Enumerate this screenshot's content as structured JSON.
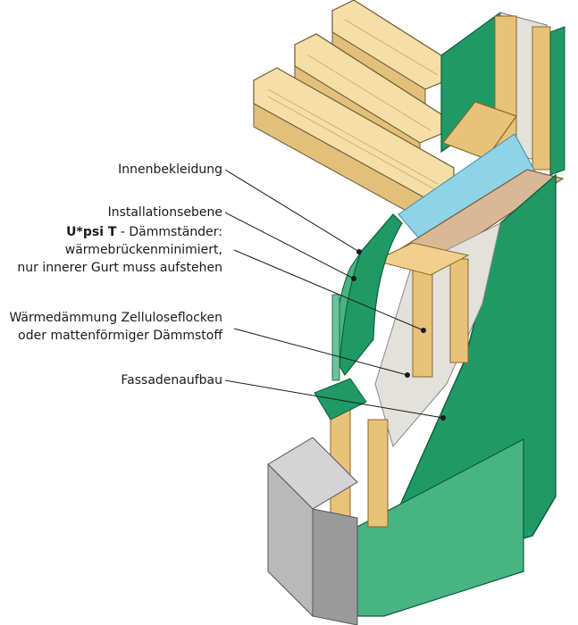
{
  "labels": {
    "innenbekleidung": "Innenbekleidung",
    "installationsebene": "Installationsebene",
    "upsi_bold": "U*psi T",
    "upsi_rest": " - Dämmständer:",
    "upsi_line2": "wärmebrückenminimiert,",
    "upsi_line3": "nur innerer Gurt muss aufstehen",
    "daemmung_line1": "Wärmedämmung Zelluloseflocken",
    "daemmung_line2": "oder mattenförmiger Dämmstoff",
    "fassade": "Fassadenaufbau"
  },
  "colors": {
    "green": "#1f9a66",
    "green_dark": "#137a4e",
    "green_light": "#47b482",
    "timber": "#e9c27a",
    "timber_dark": "#b88a3c",
    "beam": "#f6dfa6",
    "insulation": "#e3e1dc",
    "concrete": "#b9b9b9",
    "foil": "#8fd3e6"
  }
}
